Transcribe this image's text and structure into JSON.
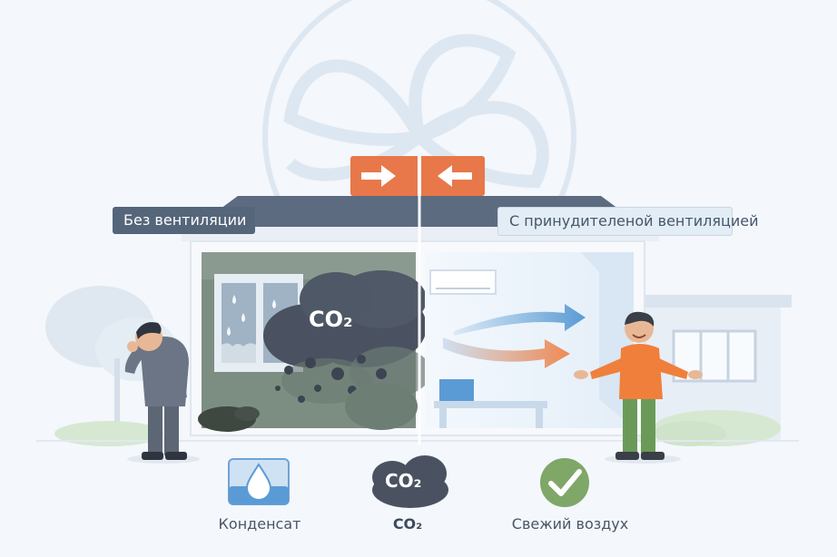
{
  "labels": {
    "left": "Без вентиляции",
    "right": "С принудителеной вентиляцией"
  },
  "room": {
    "co2": "CO₂"
  },
  "icons": [
    {
      "name": "water-drop-icon",
      "label": "Конденсат"
    },
    {
      "name": "co2-cloud-icon",
      "label": "CO₂",
      "symbol": "CO₂"
    },
    {
      "name": "check-circle-icon",
      "label": "Свежий воздух"
    }
  ],
  "colors": {
    "roof": "#5c6b80",
    "arrow_box": "#e8774a",
    "fresh_arrow_blue": "#5b9bd5",
    "fresh_arrow_orange": "#ef8a54",
    "smog": "#4a5261",
    "check_green": "#7ea768"
  }
}
